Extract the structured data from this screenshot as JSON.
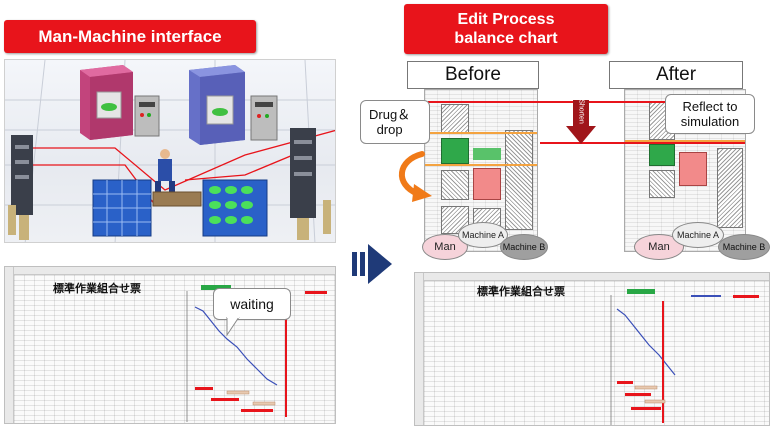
{
  "left": {
    "banner": "Man-Machine interface",
    "callout_waiting": "waiting",
    "sheet_title": "標準作業組合せ票"
  },
  "right": {
    "banner_line1": "Edit Process",
    "banner_line2": "balance chart",
    "before": "Before",
    "after": "After",
    "drag_drop": "Drug＆\ndrop",
    "shorten": "Shorten",
    "reflect": "Reflect to simulation",
    "sheet_title": "標準作業組合せ票"
  },
  "legend": {
    "man": "Man",
    "machine_a": "Machine A",
    "machine_b": "Machine B"
  },
  "colors": {
    "banner_red": "#e8141b",
    "arrow_navy": "#1f3a78",
    "highlight_red": "#e8141b"
  }
}
